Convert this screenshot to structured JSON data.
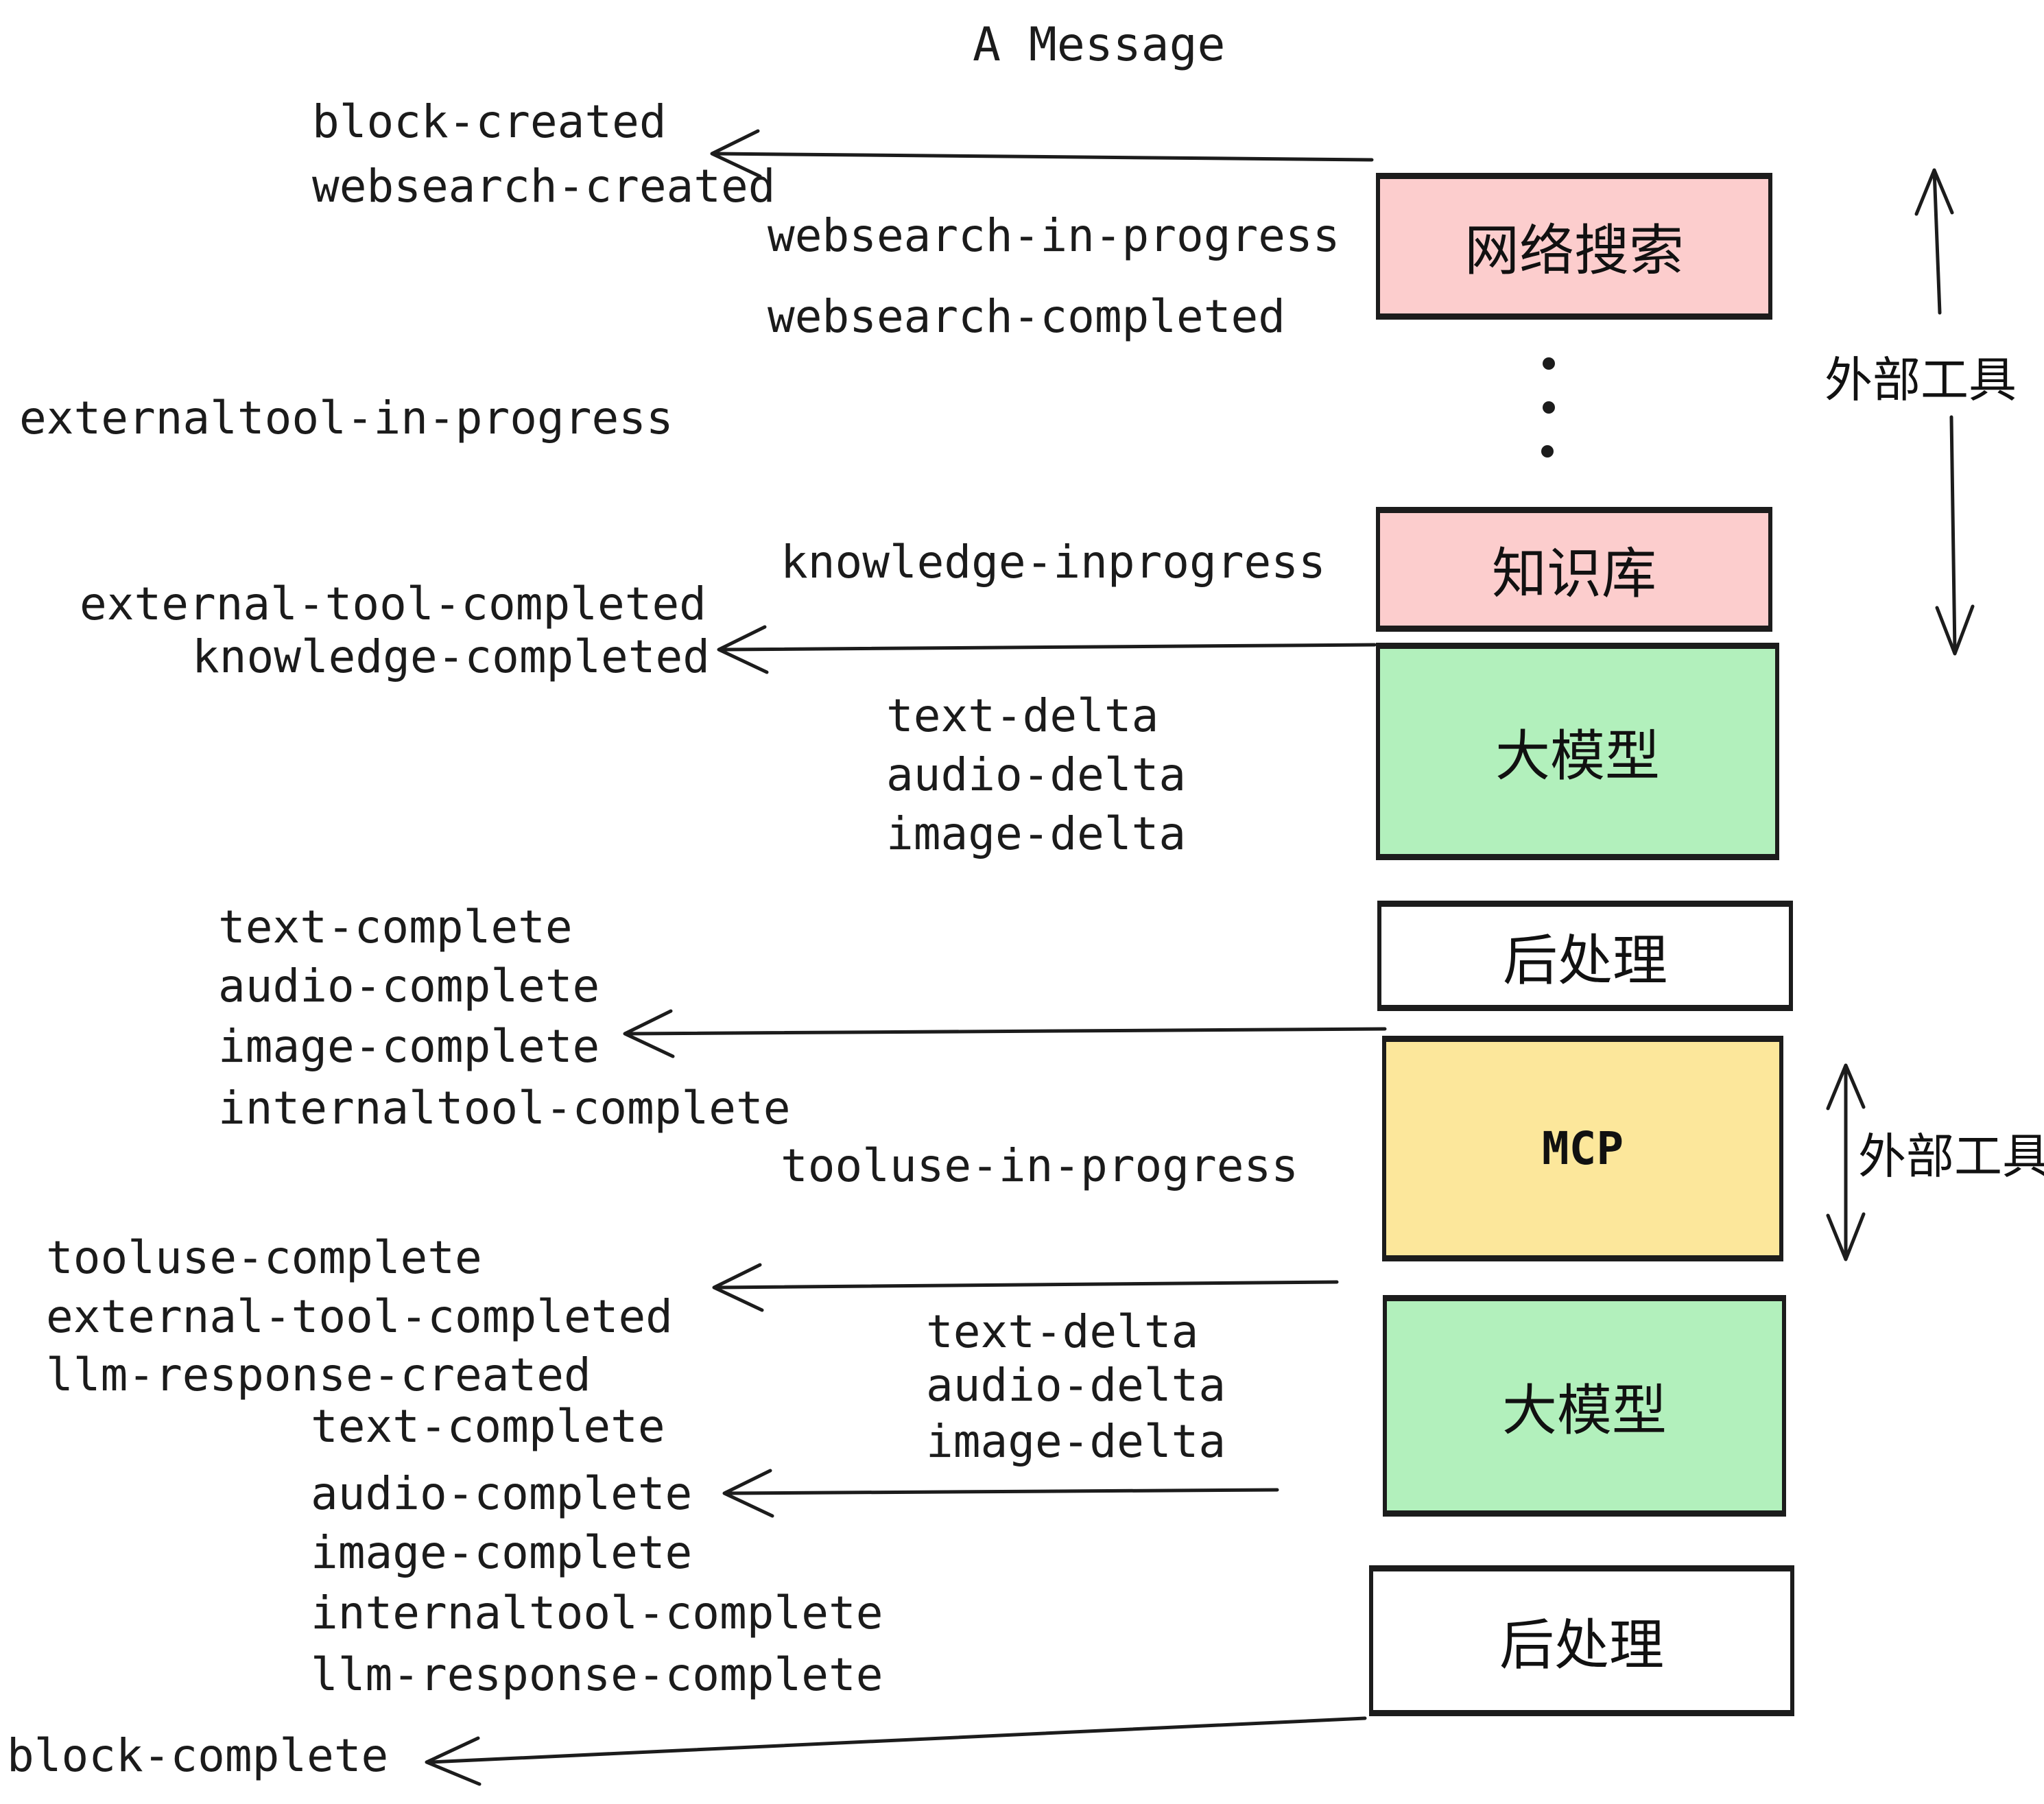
{
  "title": "A Message",
  "colors": {
    "background": "#ffffff",
    "ink": "#1c1c1c",
    "box_pink": "#fccdcd",
    "box_green": "#b2f0bc",
    "box_yellow": "#fce79b",
    "box_white": "#ffffff"
  },
  "boxes": [
    {
      "label": "网络搜索",
      "color": "pink"
    },
    {
      "label": "知识库",
      "color": "pink"
    },
    {
      "label": "大模型",
      "color": "green"
    },
    {
      "label": "后处理",
      "color": "white"
    },
    {
      "label": "MCP",
      "color": "yellow"
    },
    {
      "label": "大模型",
      "color": "green"
    },
    {
      "label": "后处理",
      "color": "white"
    }
  ],
  "side_labels": [
    "外部工具",
    "外部工具"
  ],
  "events": [
    "block-created",
    "websearch-created",
    "websearch-in-progress",
    "websearch-completed",
    "externaltool-in-progress",
    "knowledge-inprogress",
    "external-tool-completed",
    "knowledge-completed",
    "text-delta",
    "audio-delta",
    "image-delta",
    "text-complete",
    "audio-complete",
    "image-complete",
    "internaltool-complete",
    "tooluse-in-progress",
    "tooluse-complete",
    "external-tool-completed",
    "llm-response-created",
    "text-complete",
    "text-delta",
    "audio-delta",
    "image-delta",
    "audio-complete",
    "image-complete",
    "internaltool-complete",
    "llm-response-complete",
    "block-complete"
  ]
}
